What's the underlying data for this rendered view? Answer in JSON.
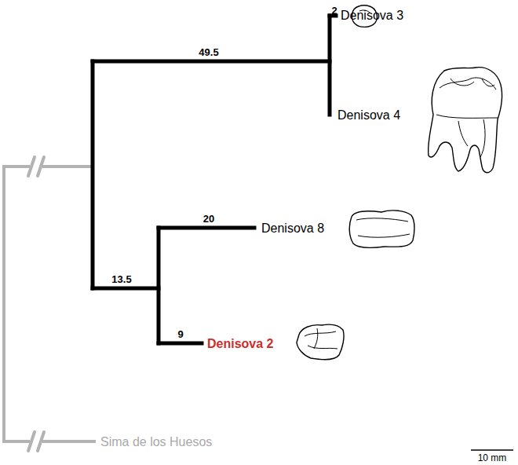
{
  "diagram": {
    "labels": [
      "2",
      "Denisova 3",
      "49.5",
      "Denisova 4",
      "20",
      "Denisova 8",
      "13.5",
      "9",
      "Denisova 2",
      "Sima de los Huesos",
      "10 mm"
    ]
  }
}
